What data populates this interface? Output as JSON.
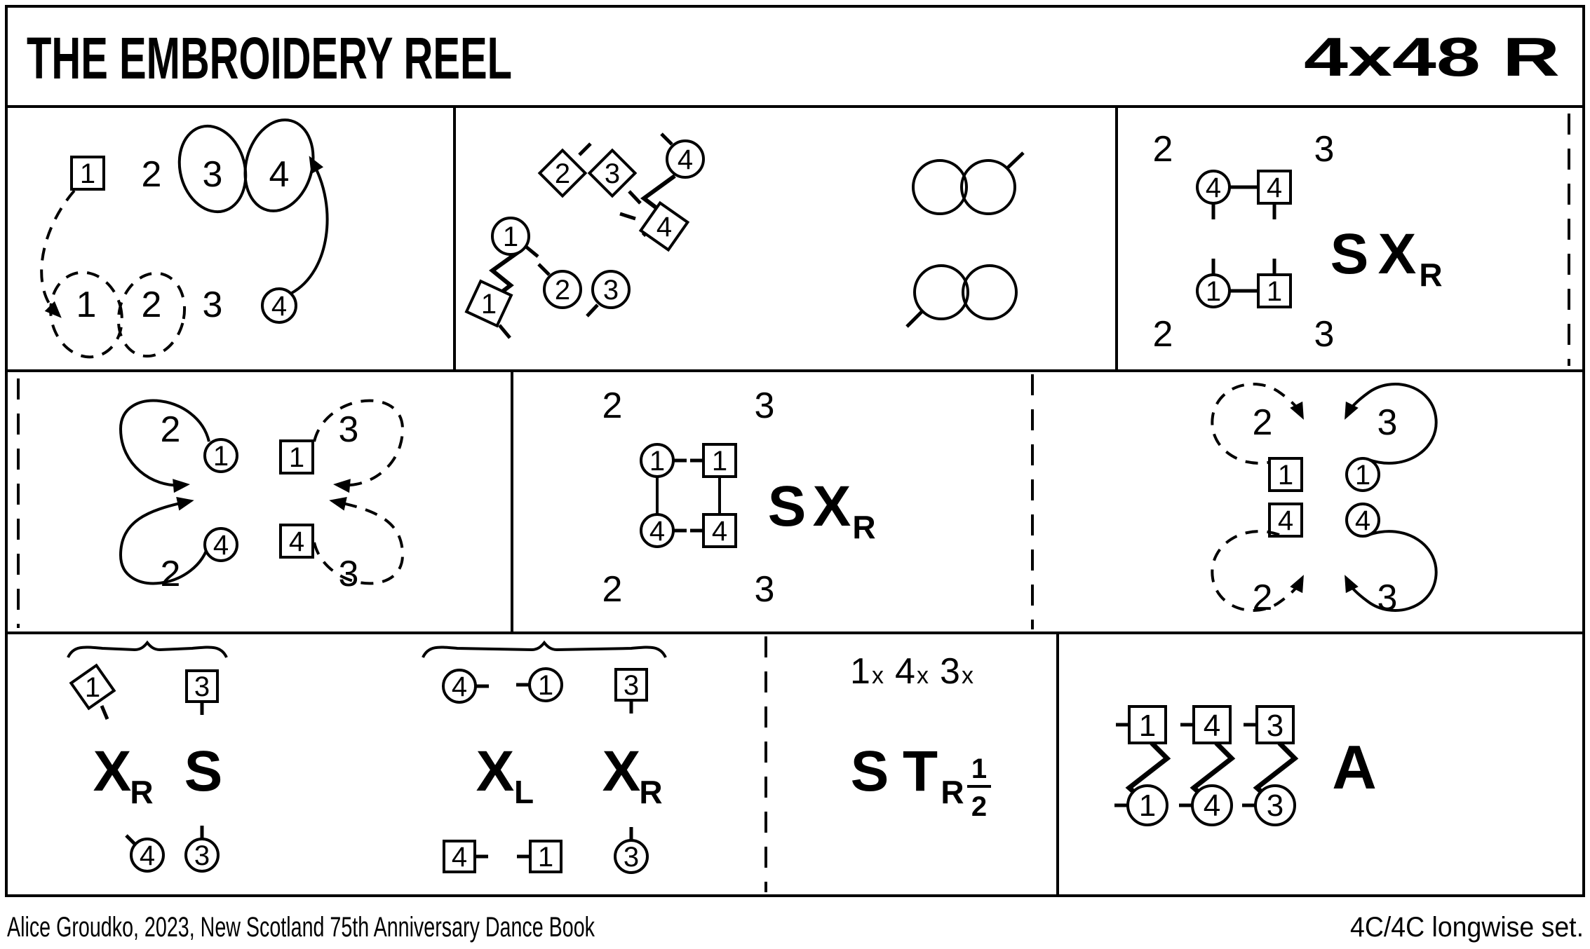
{
  "header": {
    "title": "THE EMBROIDERY REEL",
    "repeat_code": "4x48 R"
  },
  "footer": {
    "credit": "Alice Groudko, 2023, New Scotland 75th Anniversary Dance Book",
    "set_type": "4C/4C longwise set."
  },
  "colors": {
    "ink": "#000000",
    "paper": "#ffffff"
  },
  "panels": {
    "p1": {
      "sq1": "1",
      "n2": "2",
      "n3": "3",
      "n4": "4",
      "b1": "1",
      "b2": "2",
      "b3": "3",
      "c4": "4"
    },
    "p2": {
      "c1": "1",
      "d1": "1",
      "d2": "2",
      "d3": "3",
      "c2": "2",
      "c3": "3",
      "c4": "4",
      "d4": "4"
    },
    "p3": {
      "tl": "2",
      "tr": "3",
      "c4": "4",
      "s4": "4",
      "c1": "1",
      "s1": "1",
      "S": "S",
      "X": "X",
      "Xsub": "R",
      "bl": "2",
      "br": "3"
    },
    "p4": {
      "t2": "2",
      "c1": "1",
      "s1": "1",
      "t3": "3",
      "b2": "2",
      "c4": "4",
      "s4": "4",
      "b3": "3"
    },
    "p5": {
      "tl": "2",
      "tr": "3",
      "c1": "1",
      "s1": "1",
      "c4": "4",
      "s4": "4",
      "S": "S",
      "X": "X",
      "Xsub": "R",
      "bl": "2",
      "br": "3"
    },
    "p6": {
      "t2": "2",
      "t3": "3",
      "s1": "1",
      "c1": "1",
      "s4": "4",
      "c4": "4",
      "b2": "2",
      "b3": "3"
    },
    "p7": {
      "g1_sq1": "1",
      "g1_sq3": "3",
      "g1_X": "X",
      "g1_Xsub": "R",
      "g1_S": "S",
      "g1_c4": "4",
      "g1_c3": "3",
      "g2_c4": "4",
      "g2_c1": "1",
      "g2_sq3": "3",
      "g2_X1": "X",
      "g2_X1sub": "L",
      "g2_X2": "X",
      "g2_X2sub": "R",
      "g2_sq4": "4",
      "g2_sq1": "1",
      "g2_c3": "3"
    },
    "p8": {
      "r1": "1",
      "r1sub": "x",
      "r2": "4",
      "r2sub": "x",
      "r3": "3",
      "r3sub": "x",
      "S": "S",
      "T": "T",
      "Tsub": "R",
      "fnum": "1",
      "fden": "2"
    },
    "p9": {
      "sq": [
        "1",
        "4",
        "3"
      ],
      "c": [
        "1",
        "4",
        "3"
      ],
      "A": "A"
    }
  }
}
